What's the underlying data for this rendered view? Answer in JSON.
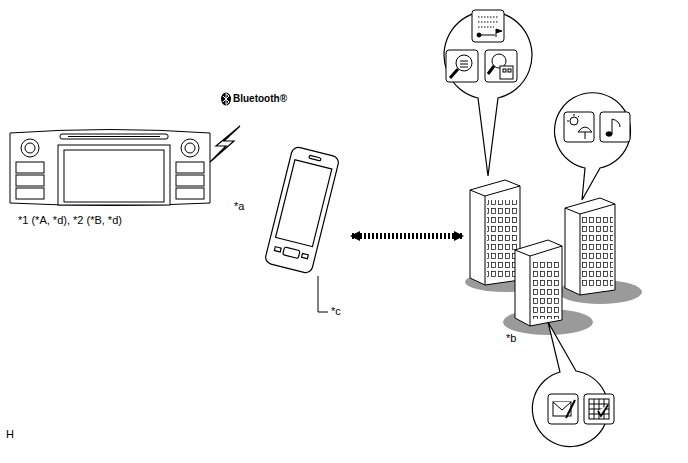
{
  "diagram": {
    "labels": [
      "Bluetooth®",
      "*1 (*A, *d), *2 (*B, *d)",
      "*a",
      "*c",
      "*b",
      "H"
    ]
  }
}
